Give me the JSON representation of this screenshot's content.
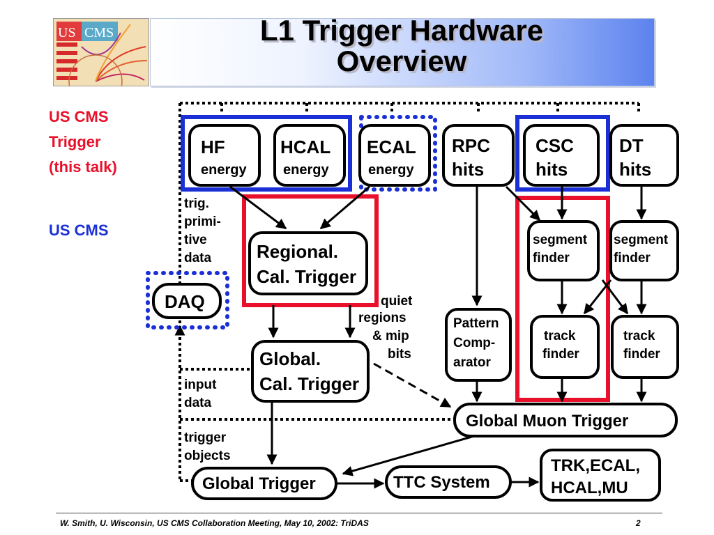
{
  "title": "L1 Trigger Hardware Overview",
  "title_lines": [
    "L1 Trigger Hardware",
    "Overview"
  ],
  "logo": {
    "text_us": "US",
    "text_cms": "CMS"
  },
  "side_labels": {
    "red": [
      "US CMS",
      "Trigger",
      "(this talk)"
    ],
    "blue": "US CMS"
  },
  "colors": {
    "red_highlight": "#e8102a",
    "blue_highlight": "#1a2fd6",
    "dotted_blue": "#1a2fd6"
  },
  "diagram": {
    "nodes": {
      "hf": [
        "HF",
        "energy"
      ],
      "hcal": [
        "HCAL",
        "energy"
      ],
      "ecal": [
        "ECAL",
        "energy"
      ],
      "rpc": [
        "RPC",
        "hits"
      ],
      "csc": [
        "CSC",
        "hits"
      ],
      "dt": [
        "DT",
        "hits"
      ],
      "regional_cal": [
        "Regional.",
        "Cal. Trigger"
      ],
      "global_cal": [
        "Global.",
        "Cal. Trigger"
      ],
      "daq": "DAQ",
      "segment_finder_csc": [
        "segment",
        "finder"
      ],
      "segment_finder_dt": [
        "segment",
        "finder"
      ],
      "track_finder_csc": [
        "track",
        "finder"
      ],
      "track_finder_dt": [
        "track",
        "finder"
      ],
      "pattern_comparator": [
        "Pattern",
        "Comp-",
        "arator"
      ],
      "global_muon": "Global Muon Trigger",
      "global_trigger": "Global Trigger",
      "ttc": "TTC System",
      "subsystems": [
        "TRK,ECAL,",
        "HCAL,MU"
      ]
    },
    "annotations": {
      "trig_primitive": [
        "trig.",
        "primi-",
        "tive",
        "data"
      ],
      "quiet_regions": [
        "quiet",
        "regions",
        "& mip",
        "bits"
      ],
      "input_data": [
        "input",
        "data"
      ],
      "trigger_objects": [
        "trigger",
        "objects"
      ]
    }
  },
  "footer": {
    "text": "W. Smith, U. Wisconsin, US CMS Collaboration Meeting, May 10, 2002: TriDAS",
    "page": "2"
  }
}
